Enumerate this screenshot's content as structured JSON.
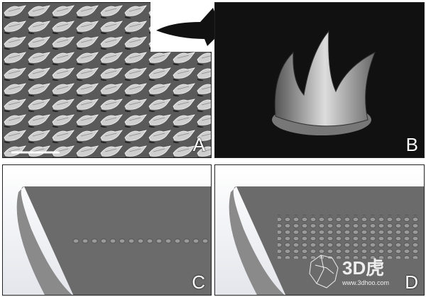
{
  "panels": [
    {
      "label": "A"
    },
    {
      "label": "B"
    },
    {
      "label": "C"
    },
    {
      "label": "D"
    }
  ],
  "watermark": {
    "brand": "3D虎",
    "url": "www.3dhoo.com"
  }
}
